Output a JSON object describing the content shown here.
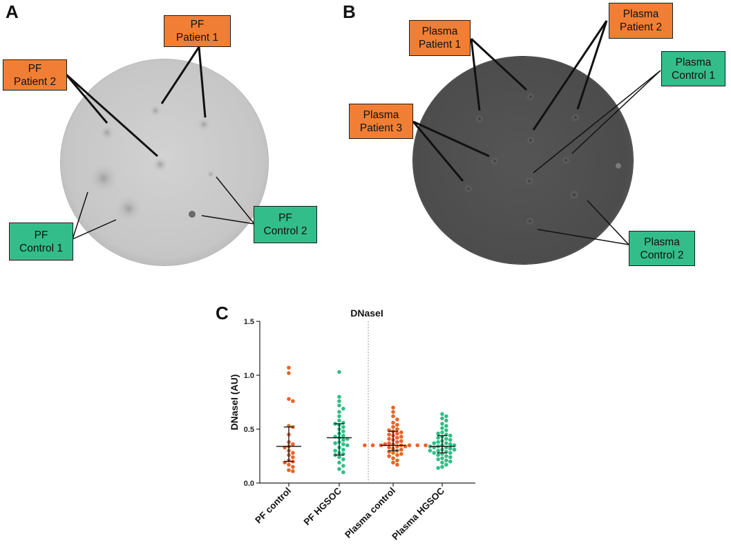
{
  "panels": {
    "a": "A",
    "b": "B",
    "c": "C"
  },
  "plateA": {
    "labels": [
      {
        "id": "pf-patient-1",
        "line1": "PF",
        "line2": "Patient 1",
        "kind": "patient"
      },
      {
        "id": "pf-patient-2",
        "line1": "PF",
        "line2": "Patient 2",
        "kind": "patient"
      },
      {
        "id": "pf-control-1",
        "line1": "PF",
        "line2": "Control 1",
        "kind": "control"
      },
      {
        "id": "pf-control-2",
        "line1": "PF",
        "line2": "Control 2",
        "kind": "control"
      }
    ]
  },
  "plateB": {
    "labels": [
      {
        "id": "plasma-patient-1",
        "line1": "Plasma",
        "line2": "Patient 1",
        "kind": "patient"
      },
      {
        "id": "plasma-patient-2",
        "line1": "Plasma",
        "line2": "Patient 2",
        "kind": "patient"
      },
      {
        "id": "plasma-patient-3",
        "line1": "Plasma",
        "line2": "Patient 3",
        "kind": "patient"
      },
      {
        "id": "plasma-control-1",
        "line1": "Plasma",
        "line2": "Control 1",
        "kind": "control"
      },
      {
        "id": "plasma-control-2",
        "line1": "Plasma",
        "line2": "Control 2",
        "kind": "control"
      }
    ]
  },
  "colors": {
    "patient": "#f07f35",
    "control": "#33bd8a",
    "controlDots": "#e8632a",
    "hgsocDots": "#2fbf86"
  },
  "chart_data": {
    "type": "scatter",
    "title": "DNaseI",
    "ylabel": "DNaseI (AU)",
    "xlabel": "",
    "ylim": [
      0,
      1.5
    ],
    "yticks": [
      0.0,
      0.5,
      1.0,
      1.5
    ],
    "ytick_labels": [
      "0.0",
      "0.5",
      "1.0",
      "1.5"
    ],
    "categories": [
      "PF control",
      "PF HGSOC",
      "Plasma control",
      "Plasma HGSOC"
    ],
    "divider_between": [
      "PF HGSOC",
      "Plasma control"
    ],
    "series": [
      {
        "category": "PF control",
        "color": "#e8632a",
        "median": 0.34,
        "q1": 0.2,
        "q3": 0.52,
        "values": [
          1.07,
          1.02,
          0.78,
          0.76,
          0.53,
          0.52,
          0.45,
          0.38,
          0.36,
          0.34,
          0.33,
          0.3,
          0.28,
          0.26,
          0.24,
          0.21,
          0.2,
          0.19,
          0.17,
          0.15,
          0.12,
          0.11
        ]
      },
      {
        "category": "PF HGSOC",
        "color": "#2fbf86",
        "median": 0.42,
        "q1": 0.26,
        "q3": 0.55,
        "values": [
          1.03,
          0.8,
          0.76,
          0.72,
          0.69,
          0.66,
          0.62,
          0.58,
          0.56,
          0.55,
          0.54,
          0.52,
          0.5,
          0.48,
          0.46,
          0.44,
          0.43,
          0.42,
          0.41,
          0.4,
          0.38,
          0.37,
          0.36,
          0.35,
          0.33,
          0.31,
          0.3,
          0.28,
          0.27,
          0.26,
          0.24,
          0.22,
          0.19,
          0.16,
          0.13,
          0.1
        ]
      },
      {
        "category": "Plasma control",
        "color": "#e8632a",
        "median": 0.35,
        "q1": 0.3,
        "q3": 0.48,
        "values": [
          0.7,
          0.66,
          0.62,
          0.59,
          0.56,
          0.54,
          0.52,
          0.5,
          0.49,
          0.48,
          0.47,
          0.46,
          0.45,
          0.44,
          0.43,
          0.42,
          0.41,
          0.4,
          0.39,
          0.38,
          0.37,
          0.36,
          0.36,
          0.35,
          0.35,
          0.35,
          0.35,
          0.35,
          0.35,
          0.35,
          0.34,
          0.34,
          0.33,
          0.32,
          0.31,
          0.3,
          0.29,
          0.28,
          0.27,
          0.26,
          0.25,
          0.23,
          0.21,
          0.19,
          0.17
        ]
      },
      {
        "category": "Plasma HGSOC",
        "color": "#2fbf86",
        "median": 0.34,
        "q1": 0.28,
        "q3": 0.44,
        "values": [
          0.64,
          0.62,
          0.6,
          0.58,
          0.55,
          0.53,
          0.51,
          0.49,
          0.47,
          0.46,
          0.45,
          0.44,
          0.43,
          0.42,
          0.41,
          0.4,
          0.39,
          0.38,
          0.37,
          0.37,
          0.36,
          0.35,
          0.35,
          0.34,
          0.34,
          0.33,
          0.33,
          0.32,
          0.31,
          0.31,
          0.3,
          0.3,
          0.29,
          0.28,
          0.28,
          0.27,
          0.26,
          0.25,
          0.24,
          0.23,
          0.22,
          0.21,
          0.2,
          0.19,
          0.17,
          0.15,
          0.14
        ]
      }
    ]
  }
}
